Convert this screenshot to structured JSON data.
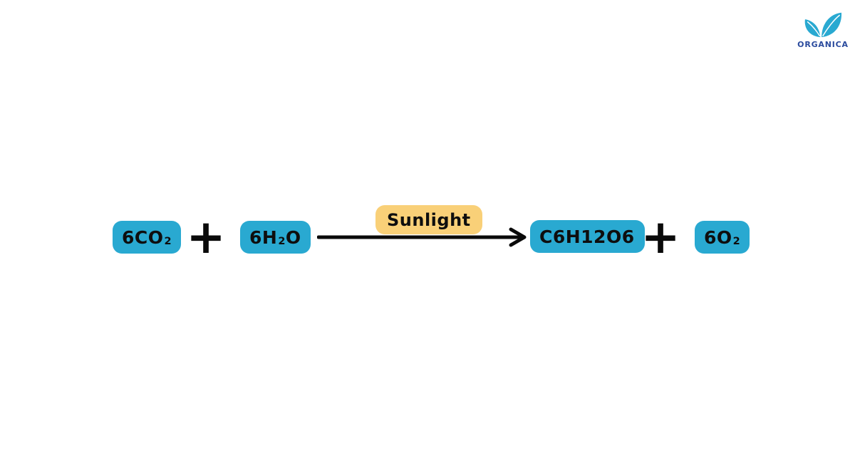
{
  "colors": {
    "background": "#ffffff",
    "badge_cyan": "#29a9d1",
    "badge_yellow": "#f9d078",
    "text_dark": "#0e0e0e",
    "arrow_black": "#0a0a0a",
    "logo_navy": "#2a4a9d",
    "leaf_cyan": "#29a9d1"
  },
  "logo": {
    "brand": "ORGANICA",
    "icon": "two-leaves"
  },
  "equation": {
    "condition_label": "Sunlight",
    "operators": [
      "+",
      "+"
    ],
    "reactants": [
      {
        "label": "6CO2",
        "pre": "6CO",
        "sub": "2",
        "post": ""
      },
      {
        "label": "6H2O",
        "pre": "6H",
        "sub": "2",
        "post": "O"
      }
    ],
    "products": [
      {
        "label": "C6H12O6",
        "pre": "C6H12O6",
        "sub": "",
        "post": ""
      },
      {
        "label": "6O2",
        "pre": "6O",
        "sub": "2",
        "post": ""
      }
    ]
  }
}
